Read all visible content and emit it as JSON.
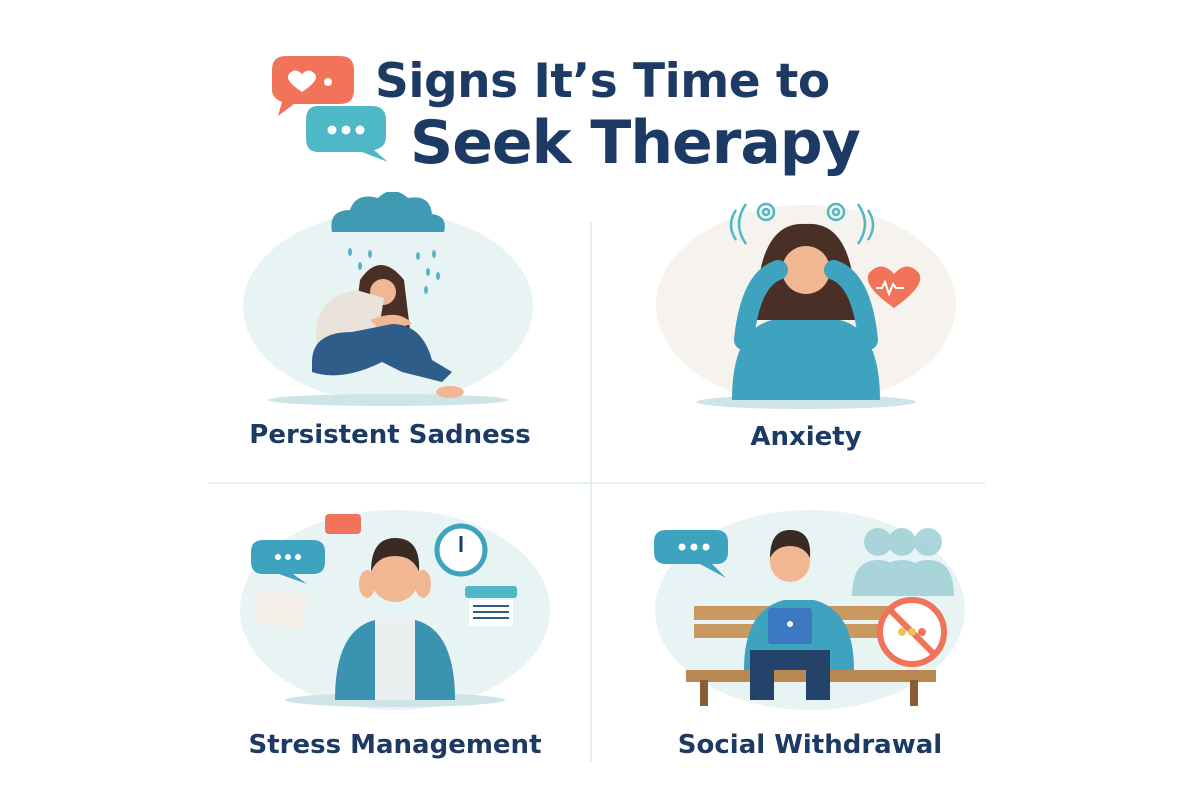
{
  "header": {
    "title_line1": "Signs It’s Time to",
    "title_line2": "Seek Therapy",
    "icons": [
      "heart-chat-bubble-icon",
      "typing-chat-bubble-icon"
    ]
  },
  "colors": {
    "title": "#1c3a64",
    "accent_coral": "#f0735a",
    "accent_teal": "#4fb8c6",
    "circle_bg": "#e8f3f4",
    "divider": "#e3f0f0"
  },
  "cards": [
    {
      "label": "Persistent Sadness",
      "illustration": "sad-woman-under-rain-cloud-icon"
    },
    {
      "label": "Anxiety",
      "illustration": "anxious-woman-with-racing-heart-icon"
    },
    {
      "label": "Stress Management",
      "illustration": "stressed-man-with-clock-and-papers-icon"
    },
    {
      "label": "Social Withdrawal",
      "illustration": "man-alone-on-bench-icon"
    }
  ]
}
